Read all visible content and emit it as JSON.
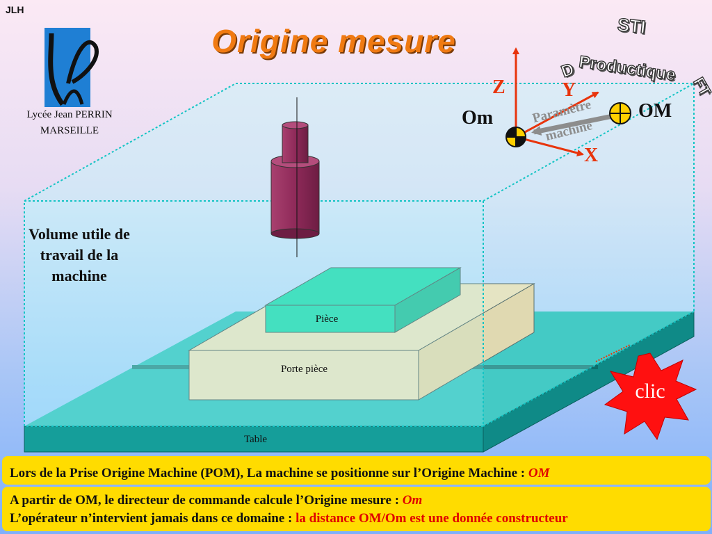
{
  "header": {
    "author": "JLH",
    "title": "Origine mesure",
    "school_line1": "Lycée Jean PERRIN",
    "school_line2": "MARSEILLE"
  },
  "badge": {
    "line1": "STI",
    "line2": "Productique",
    "left_glyph": "D",
    "right_glyph": "FT"
  },
  "diagram": {
    "volume_label_lines": [
      "Volume utile de",
      "travail de la",
      "machine"
    ],
    "piece_label": "Pièce",
    "porte_piece_label": "Porte pièce",
    "table_label": "Table",
    "axis_z": "Z",
    "axis_y": "Y",
    "axis_x": "X",
    "origin_mesure_label": "Om",
    "origin_machine_label": "OM",
    "parametre_line1": "Paramètre",
    "parametre_line2": "machine",
    "clic_label": "clic",
    "colors": {
      "piece": "#00cc96",
      "porte_piece": "#ffd8aa",
      "table": "#159e9a",
      "tool": "#8f2a59",
      "volume_edge": "#13c4c4",
      "axis": "#e8340c",
      "clic": "#ff1010"
    }
  },
  "notes": {
    "line1_text": "Lors de la Prise Origine Machine (POM), La machine se positionne sur l’Origine Machine : ",
    "line1_highlight": "OM",
    "line2_text": "A partir de OM, le directeur de commande calcule l’Origine mesure : ",
    "line2_highlight": "Om",
    "line3_text": "L’opérateur n’intervient jamais dans ce domaine : ",
    "line3_highlight": "la distance OM/Om est une donnée constructeur"
  }
}
